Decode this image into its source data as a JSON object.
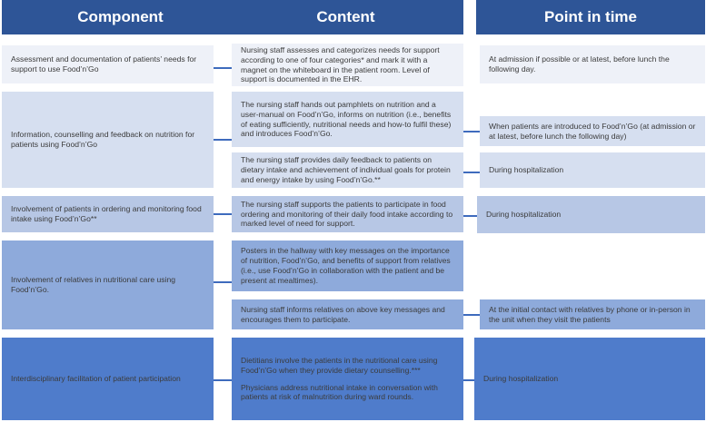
{
  "headers": {
    "component": "Component",
    "content": "Content",
    "point_in_time": "Point in time"
  },
  "rows": [
    {
      "component": "Assessment and documentation of patients’ needs for support to use Food’n’Go",
      "content": [
        "Nursing staff assesses and categorizes needs for support according to one of four categories* and mark it with a magnet on the whiteboard in the patient room. Level of support is documented in the EHR."
      ],
      "time": [
        "At admission if possible or at latest, before lunch the following day."
      ]
    },
    {
      "component": "Information, counselling and feedback on nutrition for patients using Food’n’Go",
      "content": [
        "The nursing staff hands out pamphlets on nutrition and a user-manual on Food’n’Go, informs on nutrition (i.e., benefits of eating sufficiently, nutritional needs and how-to fulfil these) and introduces Food’n’Go.",
        "The nursing staff provides daily feedback to patients on dietary intake and achievement of individual goals for protein and energy intake by using Food’n’Go.**"
      ],
      "time": [
        "When patients are introduced to Food’n’Go (at admission or at latest, before lunch the following day)",
        "During hospitalization"
      ]
    },
    {
      "component": "Involvement of patients in ordering and monitoring food intake using Food’n’Go**",
      "content": [
        "The nursing staff supports the patients to participate in food ordering and monitoring of their daily food intake according to marked level of need for support."
      ],
      "time": [
        "During hospitalization"
      ]
    },
    {
      "component": "Involvement of relatives in nutritional care using Food’n’Go.",
      "content": [
        "Posters in the hallway with key messages on the importance of nutrition, Food’n’Go, and benefits of support from relatives (i.e., use Food’n’Go in collaboration with the patient and be present at mealtimes).",
        "Nursing staff informs relatives on above key messages and encourages them to participate."
      ],
      "time": [
        "At the initial contact with relatives by phone or in-person in the unit when they visit the patients"
      ]
    },
    {
      "component": "Interdisciplinary facilitation of patient participation",
      "content": [
        "Dietitians involve the patients in the nutritional care using Food’n’Go when they provide dietary counselling.***",
        "Physicians address nutritional intake in conversation with patients at risk of malnutrition during ward rounds."
      ],
      "time": [
        "During hospitalization"
      ]
    }
  ]
}
